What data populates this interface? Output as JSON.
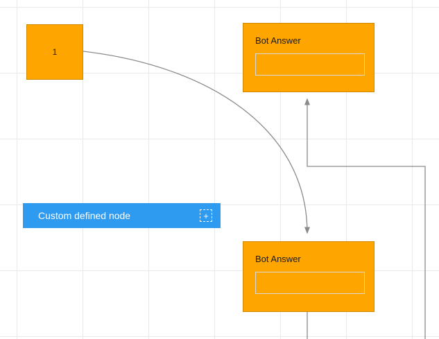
{
  "canvas": {
    "background": "#ffffff",
    "grid_color": "#e9e9e9"
  },
  "nodes": {
    "square": {
      "label": "1",
      "fill": "#FFA500"
    },
    "bot_top": {
      "label": "Bot Answer",
      "fill": "#FFA500"
    },
    "bot_bottom": {
      "label": "Bot Answer",
      "fill": "#FFA500"
    },
    "custom": {
      "label": "Custom defined node",
      "fill": "#2E9BF0",
      "add_icon": "+"
    }
  },
  "connectors": {
    "color": "#8a8a8a"
  }
}
